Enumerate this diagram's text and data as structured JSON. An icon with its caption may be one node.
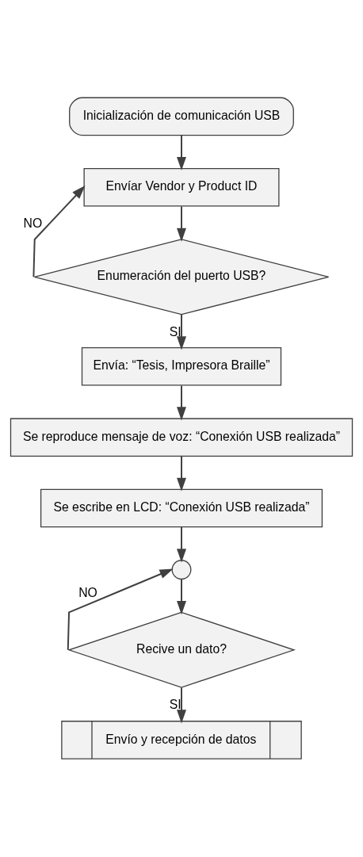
{
  "diagram": {
    "nodes": [
      {
        "text": [
          "Inicialización de comunicación USB"
        ]
      },
      {
        "text": [
          "Envíar Vendor y Product ID"
        ]
      },
      {
        "text": [
          "Enumeración del puerto USB?"
        ]
      },
      {
        "text": [
          "Envía: “Tesis, Impresora Braille”"
        ]
      },
      {
        "text": [
          "Se reproduce mensaje de voz: “Conexión USB realizada”"
        ]
      },
      {
        "text": [
          "Se escribe en LCD: “Conexión USB realizada”"
        ]
      },
      {
        "text": [],
        "shape": "circle"
      },
      {
        "text": [
          "Recive un dato?"
        ]
      },
      {
        "text": [
          "Envío y recepción de datos"
        ]
      }
    ],
    "edges": [
      {
        "from": 0,
        "to": 1,
        "arrow": "to"
      },
      {
        "from": 1,
        "to": 2,
        "arrow": "to"
      },
      {
        "from": 2,
        "to": 1,
        "arrow": "to",
        "label": "NO"
      },
      {
        "from": 2,
        "to": 3,
        "arrow": "to",
        "label": "SI"
      },
      {
        "from": 3,
        "to": 4,
        "arrow": "to"
      },
      {
        "from": 4,
        "to": 5,
        "arrow": "to"
      },
      {
        "from": 5,
        "to": 6,
        "arrow": "to"
      },
      {
        "from": 7,
        "to": 6,
        "arrow": "to",
        "label": "NO"
      },
      {
        "from": 6,
        "to": 7,
        "arrow": "to"
      },
      {
        "from": 7,
        "to": 8,
        "arrow": "to",
        "label": "SI"
      }
    ]
  }
}
